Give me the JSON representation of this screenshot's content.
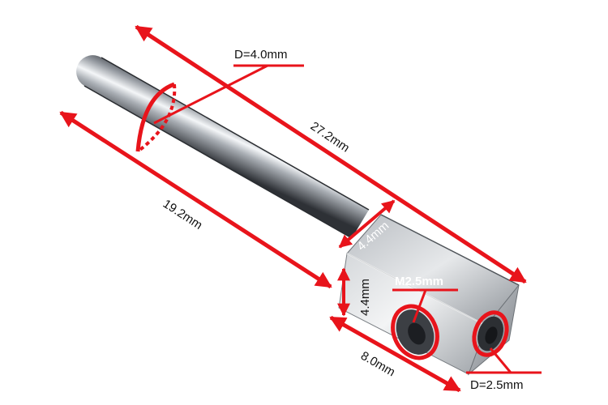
{
  "dimensions": {
    "shaft_diameter": "D=4.0mm",
    "overall_length": "27.2mm",
    "shaft_length": "19.2mm",
    "head_width": "4.4mm",
    "head_height": "4.4mm",
    "thread": "M2.5mm",
    "head_length": "8.0mm",
    "hole_diameter": "D=2.5mm"
  },
  "colors": {
    "annotation": "#e8141b",
    "label_dark": "#111111",
    "label_light": "#ffffff"
  }
}
